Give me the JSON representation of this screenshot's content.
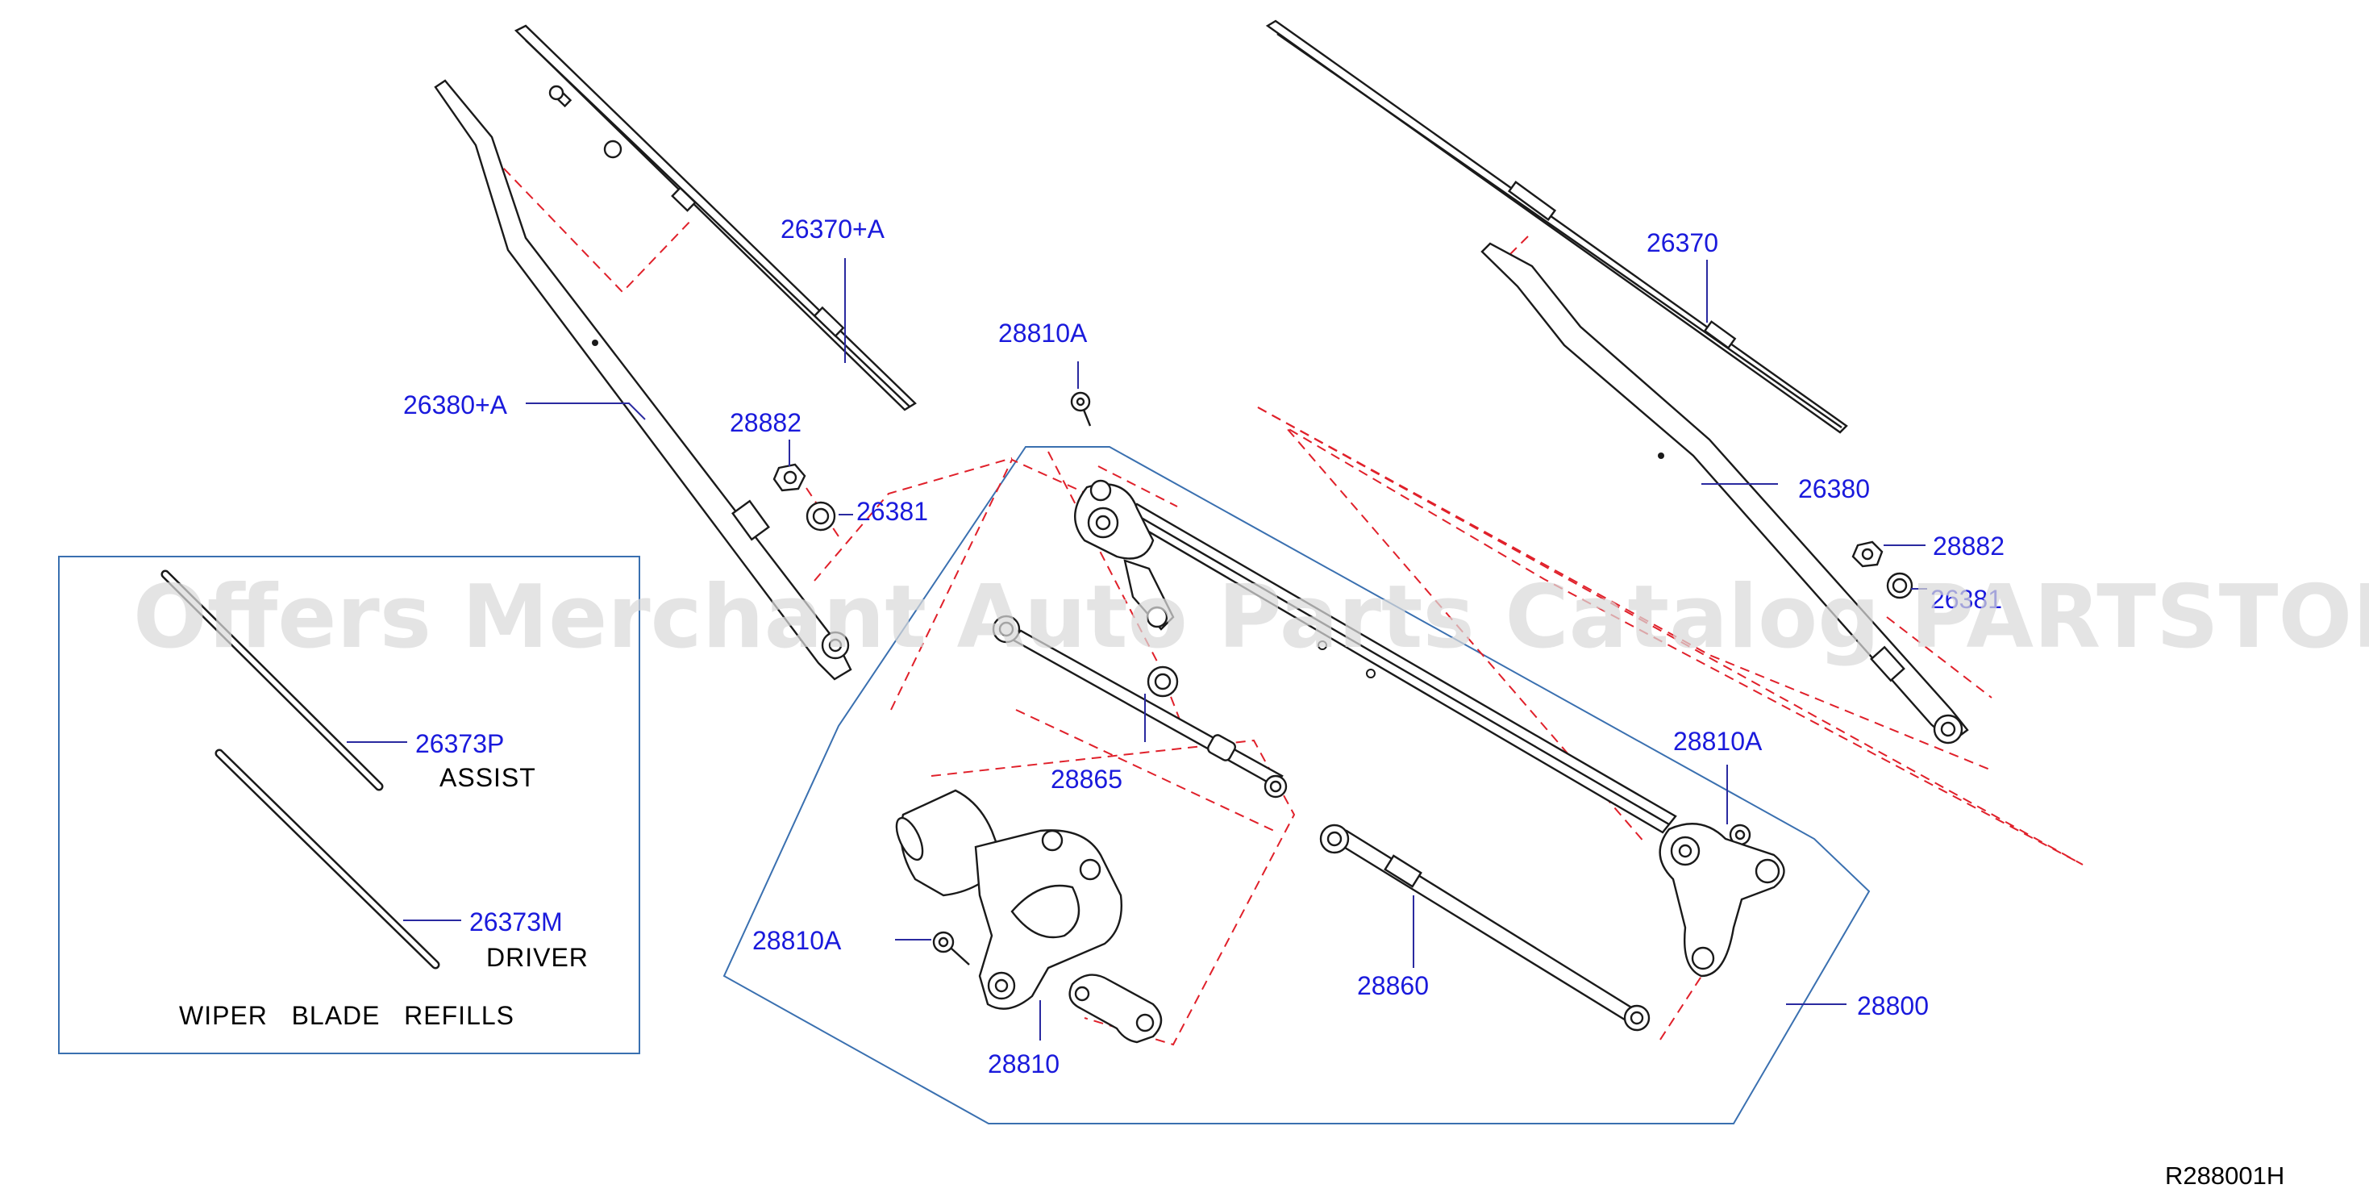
{
  "diagram": {
    "reference_code": "R288001H",
    "watermark": "Offers Merchant Auto Parts Catalog PARTSTORE.SA",
    "inset": {
      "title": "WIPER   BLADE   REFILLS",
      "assist_caption": "ASSIST",
      "driver_caption": "DRIVER"
    },
    "part_labels": {
      "blade_left": "26370+A",
      "arm_left": "26380+A",
      "nut_left": "28882",
      "cap_left": "26381",
      "bolt_top": "28810A",
      "blade_right": "26370",
      "arm_right": "26380",
      "nut_right": "28882",
      "cap_right": "26381",
      "bolt_right": "28810A",
      "link_short": "28865",
      "bolt_motor": "28810A",
      "link_long": "28860",
      "linkage_assembly": "28800",
      "motor": "28810",
      "refill_assist": "26373P",
      "refill_driver": "26373M"
    }
  }
}
